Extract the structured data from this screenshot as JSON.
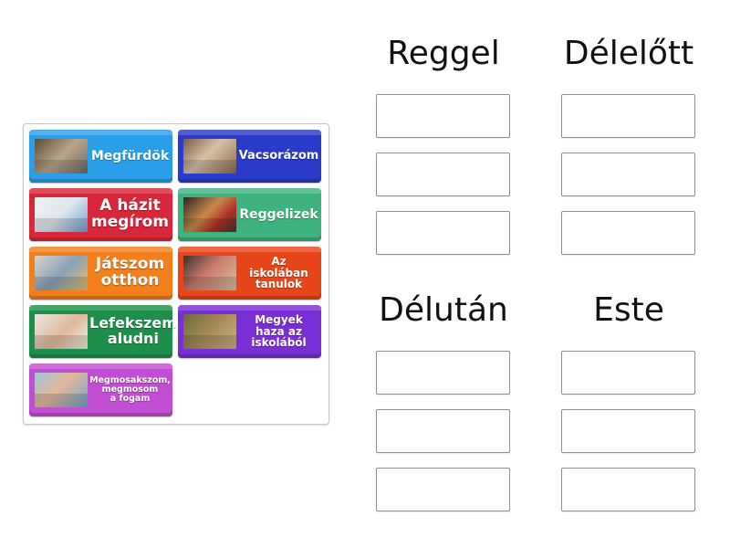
{
  "bank": {
    "tiles": [
      {
        "label": "Megfürdök",
        "color": "#2a9ee8",
        "image": "bathroom-photo"
      },
      {
        "label": "Vacsorázom",
        "color": "#2b3bc9",
        "image": "family-dinner-photo"
      },
      {
        "label": "A házit\nmegírom",
        "color": "#d8263a",
        "image": "boy-homework-photo"
      },
      {
        "label": "Reggelizek",
        "color": "#3fb37f",
        "image": "breakfast-food-photo"
      },
      {
        "label": "Játszom\notthon",
        "color": "#f27f1b",
        "image": "kids-playing-photo"
      },
      {
        "label": "Az\niskolában\ntanulok",
        "color": "#e8461a",
        "image": "classroom-photo"
      },
      {
        "label": "Lefekszem\naludni",
        "color": "#1e8f4a",
        "image": "sleeping-child-photo"
      },
      {
        "label": "Megyek\nhaza az\niskolából",
        "color": "#7a2fd6",
        "image": "walking-home-photo"
      },
      {
        "label": "Megmosakszom,\nmegmosom\na fogam",
        "color": "#c24fd3",
        "image": "brushing-teeth-photo"
      }
    ]
  },
  "groups": [
    {
      "title": "Reggel",
      "slots": 3
    },
    {
      "title": "Délelőtt",
      "slots": 3
    },
    {
      "title": "Délután",
      "slots": 3
    },
    {
      "title": "Este",
      "slots": 3
    }
  ]
}
